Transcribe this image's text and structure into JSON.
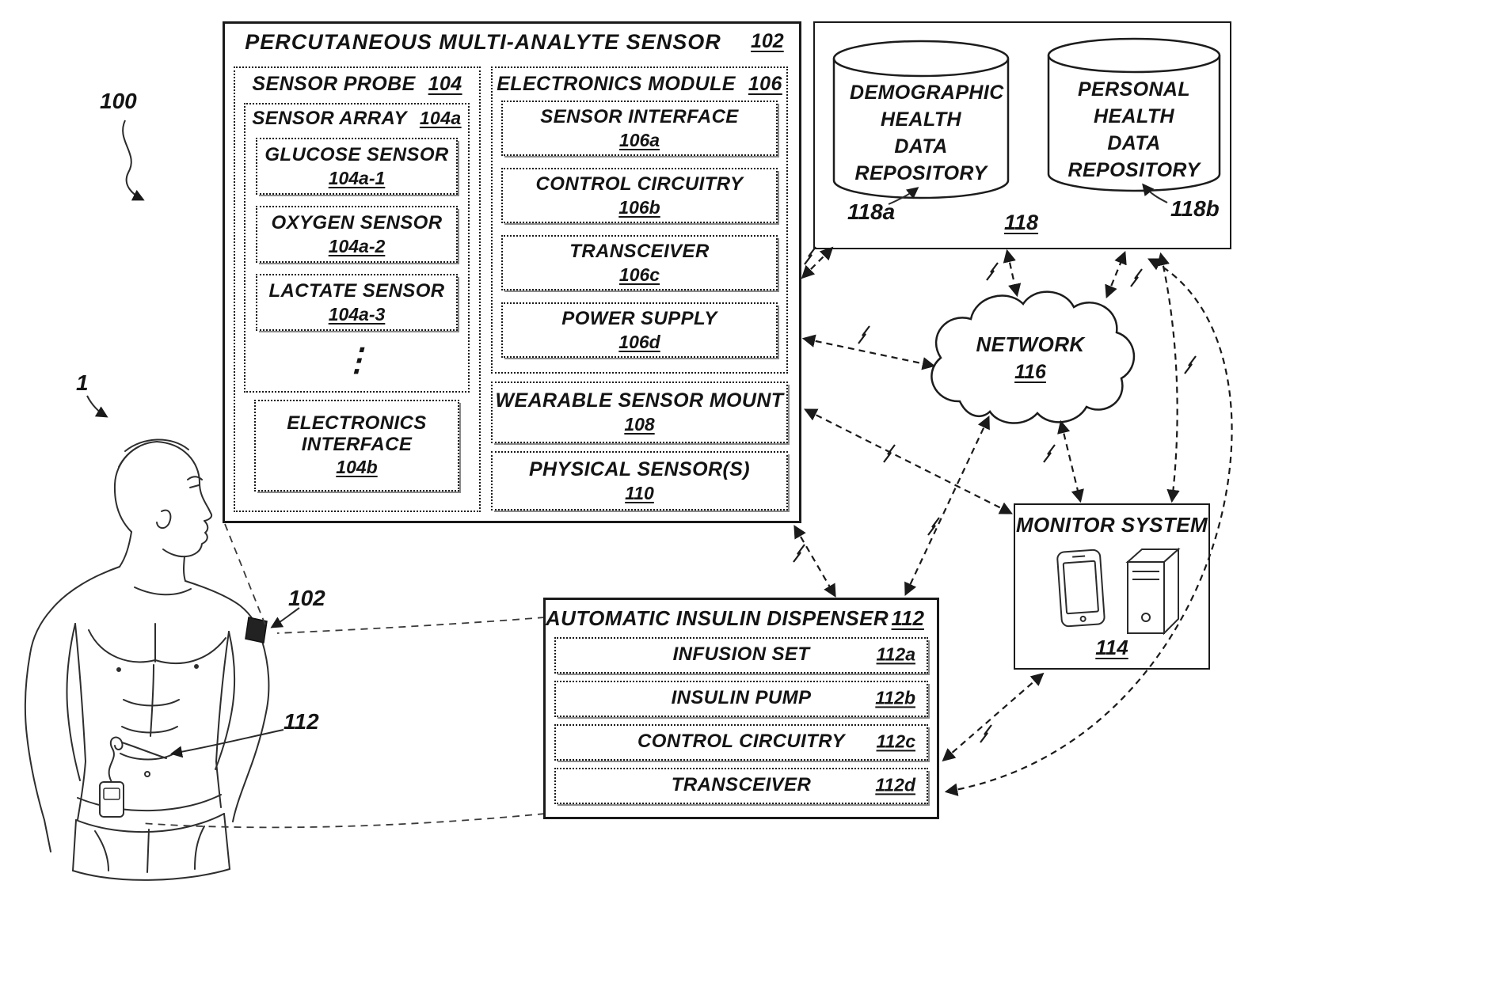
{
  "figure": {
    "ref_100": "100",
    "ref_1": "1",
    "arm_sensor_ref": "102",
    "waist_pump_ref": "112"
  },
  "sensor_system": {
    "title": "PERCUTANEOUS MULTI-ANALYTE SENSOR",
    "ref": "102",
    "sensor_probe": {
      "title": "SENSOR PROBE",
      "ref": "104",
      "sensor_array": {
        "title": "SENSOR ARRAY",
        "ref": "104a",
        "sensors": [
          {
            "label": "GLUCOSE SENSOR",
            "ref": "104a-1"
          },
          {
            "label": "OXYGEN SENSOR",
            "ref": "104a-2"
          },
          {
            "label": "LACTATE SENSOR",
            "ref": "104a-3"
          }
        ],
        "ellipsis": "⋮"
      },
      "electronics_interface": {
        "label": "ELECTRONICS INTERFACE",
        "ref": "104b"
      }
    },
    "electronics_module": {
      "title": "ELECTRONICS MODULE",
      "ref": "106",
      "components": [
        {
          "label": "SENSOR INTERFACE",
          "ref": "106a"
        },
        {
          "label": "CONTROL CIRCUITRY",
          "ref": "106b"
        },
        {
          "label": "TRANSCEIVER",
          "ref": "106c"
        },
        {
          "label": "POWER SUPPLY",
          "ref": "106d"
        }
      ]
    },
    "wearable_sensor_mount": {
      "label": "WEARABLE SENSOR MOUNT",
      "ref": "108"
    },
    "physical_sensors": {
      "label": "PHYSICAL SENSOR(S)",
      "ref": "110"
    }
  },
  "repositories": {
    "ref": "118",
    "demographic": {
      "lines": [
        "DEMOGRAPHIC",
        "HEALTH",
        "DATA",
        "REPOSITORY"
      ],
      "ref": "118a"
    },
    "personal": {
      "lines": [
        "PERSONAL",
        "HEALTH",
        "DATA",
        "REPOSITORY"
      ],
      "ref": "118b"
    }
  },
  "network": {
    "label": "NETWORK",
    "ref": "116"
  },
  "monitor_system": {
    "title": "MONITOR SYSTEM",
    "ref": "114"
  },
  "insulin_dispenser": {
    "title": "AUTOMATIC INSULIN DISPENSER",
    "ref": "112",
    "components": [
      {
        "label": "INFUSION SET",
        "ref": "112a"
      },
      {
        "label": "INSULIN PUMP",
        "ref": "112b"
      },
      {
        "label": "CONTROL CIRCUITRY",
        "ref": "112c"
      },
      {
        "label": "TRANSCEIVER",
        "ref": "112d"
      }
    ]
  },
  "style": {
    "ink_color": "#1a1a1a"
  }
}
